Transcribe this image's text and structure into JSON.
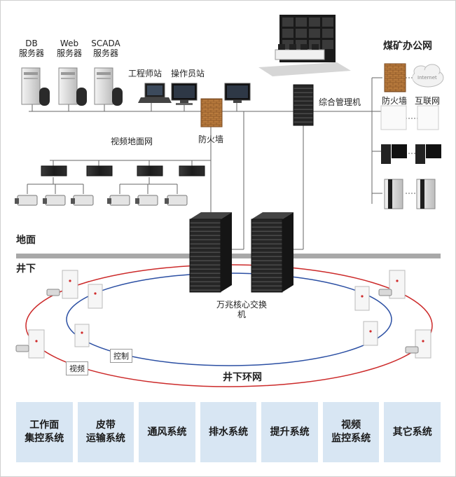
{
  "servers": {
    "db": "DB\n服务器",
    "web": "Web\n服务器",
    "scada": "SCADA\n服务器"
  },
  "workstations": {
    "engineer": "工程师站",
    "operator": "操作员站"
  },
  "firewall_top": "防火墙",
  "video_ground_net": "视频地面网",
  "mgmt_cabinet": "综合管理机",
  "office_net": {
    "title": "煤矿办公网",
    "firewall": "防火墙",
    "internet": "互联网",
    "cloud_text": "Internet"
  },
  "ground_label": "地面",
  "underground_label": "井下",
  "core_switch": "万兆核心交换\n机",
  "ring_net": "井下环网",
  "ring_tags": {
    "control": "控制",
    "video": "视频"
  },
  "systems": [
    "工作面\n集控系统",
    "皮带\n运输系统",
    "通风系统",
    "排水系统",
    "提升系统",
    "视频\n监控系统",
    "其它系统"
  ],
  "colors": {
    "ring_outer": "#cc2a2a",
    "ring_inner": "#2b4fa3",
    "ground_bar": "#a8a8a8",
    "system_box": "#d8e6f3",
    "firewall": "#b07a3c"
  }
}
